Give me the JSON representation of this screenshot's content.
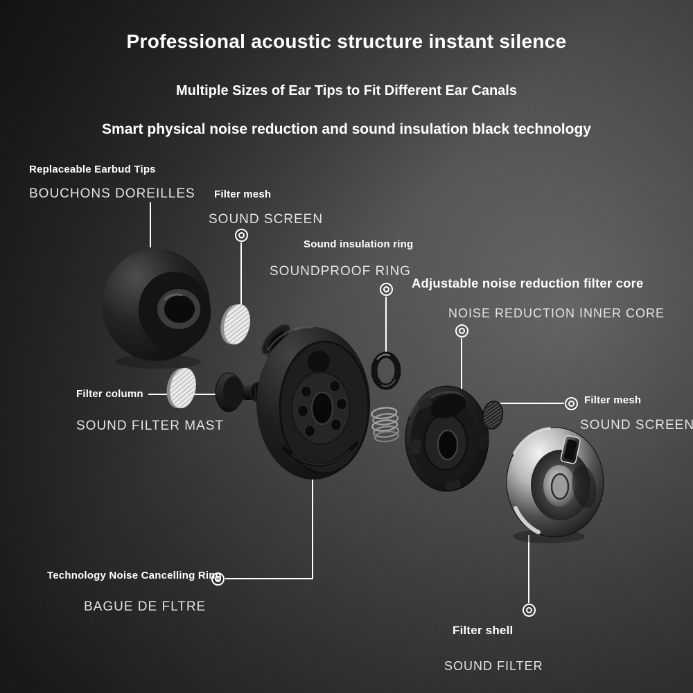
{
  "header": {
    "title": "Professional acoustic structure instant silence",
    "subtitle_1": "Multiple Sizes of Ear Tips to Fit Different Ear Canals",
    "subtitle_2": "Smart physical noise reduction and sound insulation black technology"
  },
  "callouts": {
    "ear_tips": {
      "name": "Replaceable Earbud Tips",
      "caption": "BOUCHONS DOREILLES"
    },
    "filter_mesh_top": {
      "name": "Filter mesh",
      "caption": "SOUND SCREEN"
    },
    "insulation_ring": {
      "name": "Sound insulation ring",
      "caption": "SOUNDPROOF RING"
    },
    "inner_core": {
      "name": "Adjustable noise reduction filter core",
      "caption": "NOISE REDUCTION INNER CORE"
    },
    "filter_column": {
      "name": "Filter column",
      "caption": "SOUND FILTER MAST"
    },
    "filter_mesh_right": {
      "name": "Filter mesh",
      "caption": "SOUND SCREEN"
    },
    "cancelling_ring": {
      "name": "Technology Noise Cancelling Ring",
      "caption": "BAGUE DE FLTRE"
    },
    "filter_shell": {
      "name": "Filter shell",
      "caption": "SOUND FILTER"
    }
  },
  "parts": [
    "replaceable-silicone-ear-tip",
    "white-filter-mesh-disc-upper",
    "white-filter-mesh-disc-lower",
    "sound-filter-mast-pin",
    "earbud-main-body",
    "soundproof-o-ring",
    "spring",
    "noise-reduction-inner-core",
    "dark-filter-mesh-disc",
    "chrome-sound-filter-shell"
  ],
  "colors": {
    "background_center": "#646464",
    "background_edge": "#0d0d0d",
    "text_primary": "#ffffff",
    "text_caption": "#e3e3e3",
    "callout_line": "#ffffff"
  }
}
